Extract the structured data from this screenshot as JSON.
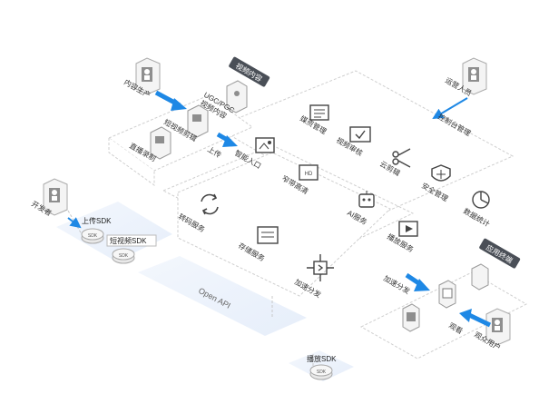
{
  "left_cluster": {
    "tag": "视频内容",
    "producer_label": "内容生产",
    "ugc_line1": "UGC/PGC",
    "ugc_line2": "视频内容",
    "short_video_label": "短视频剪辑",
    "live_label": "直播录制",
    "upload_label": "上传"
  },
  "operator": {
    "person_label": "运营人员",
    "control_label": "控制台管理"
  },
  "center_services": {
    "media_mgmt": "媒资管理",
    "video_review": "视频审核",
    "cloud_edit": "云剪辑",
    "security": "安全管理",
    "data_stats": "数据统计",
    "smart_input": "智能入口",
    "hls": "窄带高清",
    "ai_service": "AI服务",
    "playback_service": "播放服务"
  },
  "inner_services": {
    "transcode": "转码服务",
    "storage": "存储服务",
    "cdn": "加速分发"
  },
  "developer": {
    "label": "开发者",
    "upload_sdk": "上传SDK",
    "short_video_sdk": "短视频SDK",
    "sdk_badge": "SDK"
  },
  "api": {
    "label": "Open API"
  },
  "bottom": {
    "play_sdk": "播放SDK",
    "sdk_badge": "SDK"
  },
  "right_cluster": {
    "tag": "应用终端",
    "cdn_label": "加速分发",
    "watch_label": "观看",
    "end_user_label": "观众用户"
  },
  "colors": {
    "accent": "#1e88e5",
    "tag_bg": "#4a4f57",
    "dashed": "#c8c8c8"
  }
}
